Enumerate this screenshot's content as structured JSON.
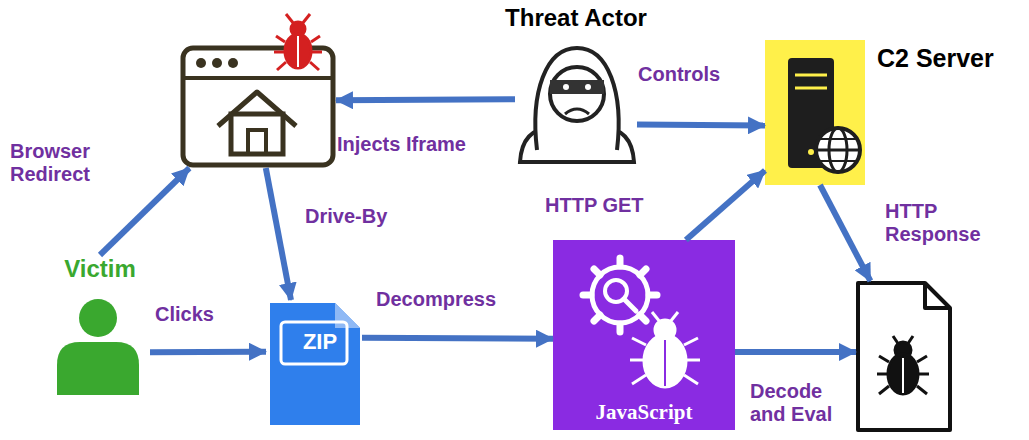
{
  "diagram": {
    "nodes": [
      {
        "text": []
      },
      {
        "text": [
          "Threat Actor"
        ]
      },
      {
        "text": [
          "C2 Server"
        ]
      },
      {
        "text": [
          "Victim"
        ]
      },
      {
        "text": [
          "ZIP"
        ]
      },
      {
        "text": [
          "JavaScript"
        ]
      },
      {
        "text": []
      }
    ],
    "edges": [
      {
        "from": 1,
        "to": 0,
        "arrow": "to",
        "label": "Injects Iframe"
      },
      {
        "from": 1,
        "to": 2,
        "arrow": "to",
        "label": "Controls"
      },
      {
        "from": 3,
        "to": 0,
        "arrow": "to",
        "label": "Browser Redirect"
      },
      {
        "from": 0,
        "to": 4,
        "arrow": "to",
        "label": "Drive-By"
      },
      {
        "from": 3,
        "to": 4,
        "arrow": "to",
        "label": "Clicks"
      },
      {
        "from": 4,
        "to": 5,
        "arrow": "to",
        "label": "Decompress"
      },
      {
        "from": 5,
        "to": 2,
        "arrow": "to",
        "label": "HTTP GET"
      },
      {
        "from": 2,
        "to": 6,
        "arrow": "to",
        "label": "HTTP Response"
      },
      {
        "from": 5,
        "to": 6,
        "arrow": "to",
        "label": "Decode and Eval"
      }
    ]
  }
}
